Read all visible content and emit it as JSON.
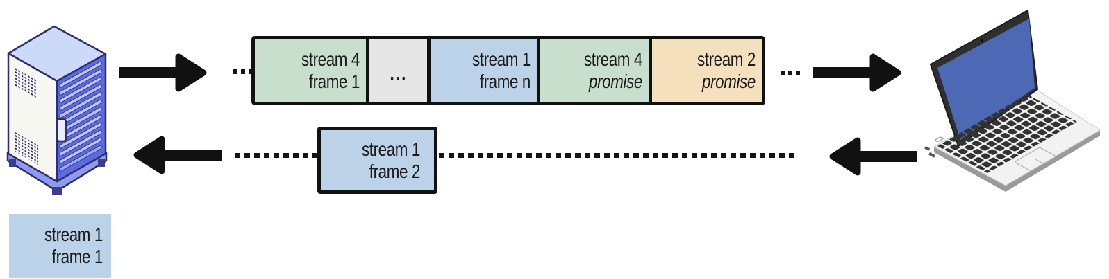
{
  "frames_strip": {
    "cells": [
      {
        "line1": "stream 4",
        "line2": "frame 1",
        "bg": "#c8dfce"
      },
      {
        "line1": "...",
        "line2": "",
        "bg": "#e5e6e5"
      },
      {
        "line1": "stream 1",
        "line2": "frame n",
        "bg": "#bcd2e9"
      },
      {
        "line1": "stream 4",
        "line2": "promise",
        "bg": "#c8dfce"
      },
      {
        "line1": "stream 2",
        "line2": "promise",
        "bg": "#f5e0bd"
      }
    ]
  },
  "response_frame": {
    "line1": "stream 1",
    "line2": "frame 2",
    "bg": "#bcd2e9"
  },
  "queued_frame": {
    "line1": "stream 1",
    "line2": "frame 1",
    "bg": "#bcd2e9"
  },
  "colors": {
    "outline": "#111111",
    "dotted_line": "#141414",
    "frame_green": "#c8dfce",
    "frame_gray": "#e5e6e5",
    "frame_blue": "#bcd2e9",
    "frame_tan": "#f5e0bd",
    "server_accent": "#5b6be4",
    "laptop_screen": "#4d68b5"
  }
}
